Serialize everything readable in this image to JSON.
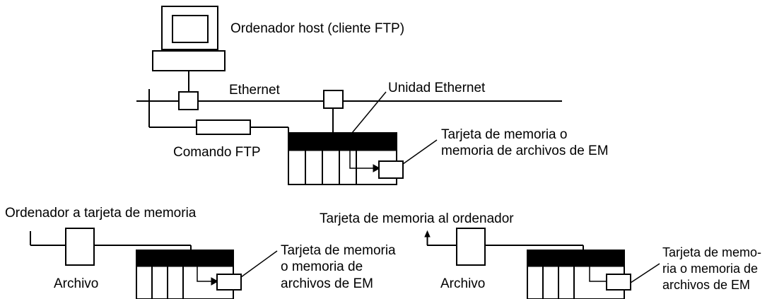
{
  "top": {
    "host_label": "Ordenador host (cliente FTP)",
    "ethernet_label": "Ethernet",
    "ethernet_unit_label": "Unidad Ethernet",
    "ftp_command_label": "Comando FTP",
    "card_label_1": "Tarjeta de memoria o",
    "card_label_2": "memoria de archivos de EM"
  },
  "left": {
    "title": "Ordenador a tarjeta de memoria",
    "file_label": "Archivo",
    "card_label_1": "Tarjeta de memoria",
    "card_label_2": "o memoria de",
    "card_label_3": "archivos de EM"
  },
  "right": {
    "title": "Tarjeta de memoria al ordenador",
    "file_label": "Archivo",
    "card_label_1": "Tarjeta de memo-",
    "card_label_2": "ria o memoria de",
    "card_label_3": "archivos de EM"
  }
}
